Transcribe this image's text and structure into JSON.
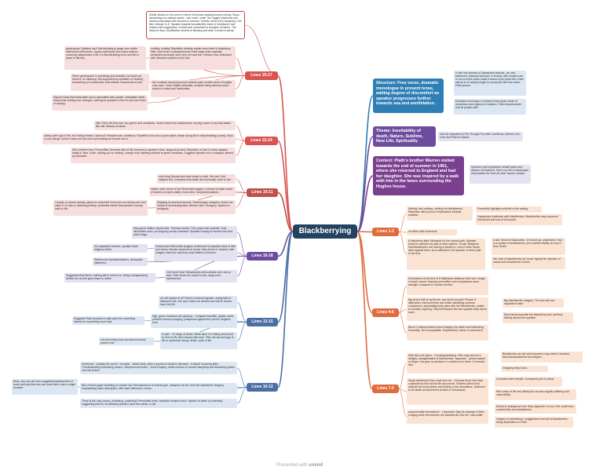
{
  "root": {
    "label": "Blackberrying"
  },
  "intro": "Subtle allusion to the scene in terms of humans causing human nothing. Stops- demanding non-natural noises - 'see much' 'noise' 'the rugged harshness and mimicry associated with humans in contrast; 'heavily' world of the blackberry, 'the flies 'nobody' 'is it'; Speaker towards humanity/the world of 'inheritance' self-realism with suggestions of death and contrasted to thoughts of Nature. The lesson is thus, insufferably remains of blessing and wise, a world of plenty.",
  "right": {
    "structure": "Structure: Free verse, dramatic monologue in present tense, adding degree of discomfort as speaker progresses further towards sea and annihilation.",
    "theme": "Theme: Inevitability of death, Nature, Sublime, New Life, Spirituality",
    "context": "Context: Plath's brother Warren visited towards the end of summer in 1961, where she returned to England and had her daughter. She was inspired by a walk with him in the lanes surrounding the Hughes house.",
    "structure_notes": [
      "5 nine line stanzas in Spenserian stanzas - an odd fashioned, classical structure. In tension with modern use of run-on lines which make it sound more prose-like. Each stanza is of varying length for prose-like feel than other Plath poems.",
      "Dramatic monologue in present tense gives sense of immediacy and urgency in isolation. Path towards death that all people walk."
    ],
    "theme_note": "Can be compared to The Thought Fox with Loneliness, Wolves, Nor-Over and Pike for Nature.",
    "context_note": "However poet represents herself alone and Warren not featured. She's cut off in a landscape that isolates her from all other human contact."
  },
  "groups": [
    {
      "label": "Lines 25-27",
      "color": "#d9534f",
      "notes": [
        "great space' Speaker can't find anything to grasp onto unlike sisterhood with berries. Space represents how many motions occurring ubiquitously in life, it's disorientating to try and find a place to fall into.",
        "nothing, nothing' Repetitive reminds reader when refer to blackberry field, now ironic or paradoxical as Plath made what originally presented as empty, seen very rich and full. Fullness now contrasted with desolate expanse of the sea.",
        "Sheer great space' is promising and beautiful, but that's all there is, no meaning. Stir supported by repetition of 'beating', hammering of a silversmith, that reflects movements of sea.",
        "din' constant annoying sound contrast quiet orchids where thoughts only voice. Voice implies articulate, sensible being whereas sea's sound is violent and inarticulate.",
        "May be ironic that inarticulate sea is associated with people. Intractable metal shows that nothing ever changes, nothing for speaker to live for and don't tired of looking."
      ]
    },
    {
      "label": "Lines 22-24",
      "color": "#d9534f",
      "notes": [
        "hills' She's far from sea, 'too green' and unrealistic. 'sweet' taste from blackberries, moving closer to sea that tastes like salt. Beauty of nature.",
        "sheep path' sign of life. As if being herded. 'last hook' Reaches sea, ambitious. Repetition of hooks a poem takes reader along her in disorientating journey. Hook is very abrupt, doesn't ease one into new surrounding but throws one in.",
        "Sets northern face' Personified, describe side of hill connects to speaker's face, slapped by wind. Repetition of face to show speaker finally in 'face' of life, looking out on nothing. 'orange rock' startling contrast to green meadows. Suggests speaker too is changed, altered by transition."
      ]
    },
    {
      "label": "Lines 19-21",
      "color": "#c0504d",
      "notes": [
        "only thing' Bushes and lane cease to exist. 'the sea' Grid-stopped line, embraces that death will eventually come to her.",
        "hidden whirl' sense of ear Elemental imagery. Contrast to idyllic world of bushes to harsh reality of sea wind. Surprise/unwanted.",
        "Laundry is human activity, placed to reveal life forms are now taking over and claim it. Or also a cleansing activity, symbolise rebirth that speaker coming back to life.",
        "Slapping its phantom laundry' Violent/angry metaphor shows her lowest of doomed/speaker defined roles. Drudgery. Symbol of ambiguity."
      ]
    },
    {
      "label": "Lines 16-18",
      "color": "#6d4c9f",
      "notes": [
        "blue-green bellies' rejoins flies. 'Chinese screen' Thin, paper-like material. Only silhouettes seen, yet stopping remain indistinct. Speaker looking for berries but can't paint wings.",
        "No capitalised heaven, speaker lacks religious belief.",
        "honey-feast' Milk-bottle imagery reminiscent of paradise land of milk and honey. Berries represent of sense, flies drunk on 'dreams' their imagery vision for why they must believe in heaven.",
        "References travel/destination, declarative statement.",
        "Suggested that there's nothing left to hold on to, living a disappearing behind her as she gets closer to death.",
        "One more hook' Relationship with solitude over, end of lane. Path drives her closer to sea, away from blackberries."
      ]
    },
    {
      "label": "Lines 13-15",
      "color": "#4a6fa5",
      "notes": [
        "we will appear at all' Seems remote/enigmatic, losing faith in attempt to die, she won't meet her demise and will be thrown back into life.",
        "Suggests Plath chooses to walk past this, searching instead for something more final.",
        "high, green meadows are glowing' - Compare beautiful, golden world, powerful sensory imagery, juxtaposed against the poem's negative tone.",
        "Life becoming more prevalent towards poem's end",
        "to ripe' - Or verge of death. While alive, it's rotting and turned to form of life, flies infused with dark. Flies are second sign of life or symbolise decay, death, cycle of life."
      ]
    },
    {
      "label": "Lines 10-12",
      "color": "#4a6fa5",
      "notes": [
        "Overhead' - Isolates the scene. 'choughs' - Black birds, often a symbol of death in literature. 'In black' incoming attire 'Foreshadowing foreboding omens' 'cacophonous flocks' - Aural imagery, harsh mixture of sounds disrupting and distracting peace she had before.",
        "Birds, sky, sea all move suggesting lawlessness of world and way that one can never latch onto a single moment.",
        "Bits of burnt paper wheeling in a blown sky' Reminiscent of a funeral pyre, metaphor as her 'from fire-blackened' imagery, emphasising black description, with warm afternoon, chaos.",
        "There is the only source, protesting, protecting' Personified birds, repetitive isolated voice. Symbol of death is protesting suggesting that it's not allowing speaker what she wants, to die."
      ]
    },
    {
      "label": "Lines 1-3",
      "color": "#e06b3c",
      "notes": [
        "Nobody' and nothing, nothing but blackberries. Repetition with pronoun emphasises solitude, isolation.",
        "Powerfully highlights solitude of the setting.",
        "Juxtaposes loneliness with blackberries. Blackberries may represent both youth and loss of that youth.",
        "on either side numerous.",
        "A blackberry alley' Metaphor for the narrow path. Speaker forced in direction by lack of other options. 'hooks' Metaphor that blackberries are holding a stream in, even if other forces were against them, as is reflected in the speaker on their path to the sea.",
        "a sea' Sense of disposition, 'a' broken up, anipendent. Sea is a symbol of endlessness, yet a certain finality. At end of land, death.",
        "Her view of blackberries as 'hooks' signify her rejection of nature and detachment in them."
      ]
    },
    {
      "label": "Lines 4-6",
      "color": "#e06b3c",
      "notes": [
        "Somewhere at the end of it' Alliterative sibilance with 'sea'. Image of small, waves 'heaving' personified verb emphasises sea's strength compared to human exertion.",
        "Big as the ball of my thumb, and dumb as eyes' Phrase 'it' alliteration, internal rhyme and simile identifying ominous comparison, associating body parts with the blackberries, unable to vocalise anything. Play foreshadow the flies speaker talks about soon.",
        "Big blackberries imagery. The size will now importance later.",
        "Eyes below populate the blackberry lane and they silently absorb the speaker.",
        "Blood' Continued black colour imagery for death and foreboding. Fecundity. 'fat' monosyllable. Enjambment, sense of movement."
      ]
    },
    {
      "label": "Lines 7-9",
      "color": "#e06b3c",
      "notes": [
        "With blue-red juices' - Growing/switching. Flies may also be in hedges, young/bloated of blackberries. 'squander' - juices wasted on finger, she gets no pleasure or nutrition from them. Or bursted flies.",
        "Blackberries as ripe and succulent, may bleed if touched. Absorbed/awakened from fingers.",
        "Intriguing deep bond.",
        "Sisyst sisterhood: they must love me' - Unusual bond, she feels connected to fruit and all life around her. Entered path to find solitude but found peace and kinship in the abundance. (believed to be death as discovered at start of 2nd stanza)",
        "Considers them female. Compares juice to blood.",
        "Red colour of life and vitality but can also signify suffering and vulnerability.",
        "accommodate themselves' - connected. May be unaware of flies. Lodging what she believes are blackberries into her 'milk-bottle'.",
        "Diction is ambiguous from 'they squander' to now. She could have crushed flies and blackberries.",
        "Imagery of parenthood, exaggerated concept of blackberries being dependent on Plath."
      ]
    }
  ],
  "footer": {
    "prefix": "Presented with",
    "brand": "xmind"
  },
  "colors": {
    "root": "#23425f",
    "structure": "#2e7fb5",
    "theme": "#6d4c9f",
    "context": "#7a3f8f"
  }
}
